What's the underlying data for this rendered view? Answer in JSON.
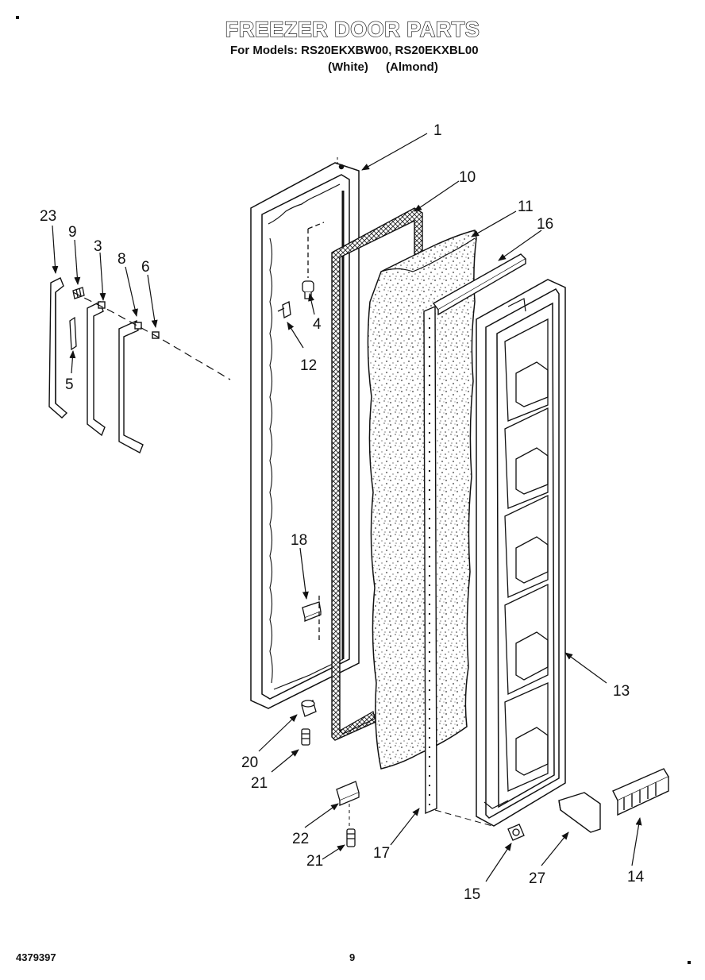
{
  "header": {
    "title": "FREEZER DOOR PARTS",
    "models_line": "For Models: RS20EKXBW00, RS20EKXBL00",
    "variants": [
      "(White)",
      "(Almond)"
    ]
  },
  "footer": {
    "document_number": "4379397",
    "page_number": "9"
  },
  "callouts": {
    "p1": "1",
    "p3": "3",
    "p4": "4",
    "p5": "5",
    "p6": "6",
    "p8": "8",
    "p9": "9",
    "p10": "10",
    "p11": "11",
    "p12": "12",
    "p13": "13",
    "p14": "14",
    "p15": "15",
    "p16": "16",
    "p17": "17",
    "p18": "18",
    "p20": "20",
    "p21a": "21",
    "p21b": "21",
    "p22": "22",
    "p23": "23",
    "p27": "27"
  }
}
